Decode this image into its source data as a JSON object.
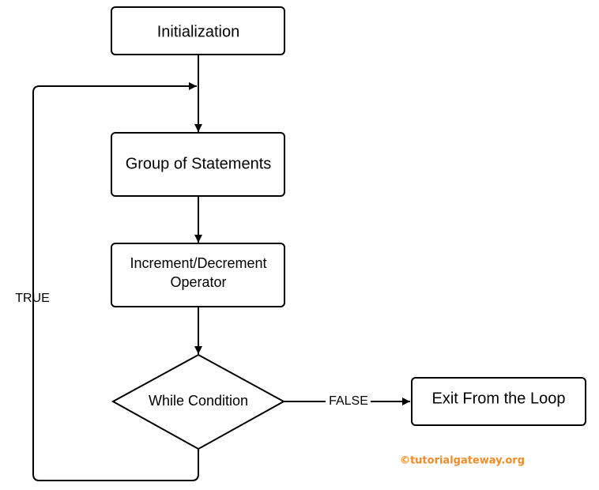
{
  "nodes": {
    "initialization": "Initialization",
    "group_of_statements": "Group of Statements",
    "increment_line1": "Increment/Decrement",
    "increment_line2": "Operator",
    "while_condition": "While Condition",
    "exit_loop": "Exit From the Loop"
  },
  "edges": {
    "true_label": "TRUE",
    "false_label": "FALSE"
  },
  "watermark": {
    "text": "©tutorialgateway.org",
    "color": "#f28c28"
  },
  "colors": {
    "stroke": "#000000",
    "fill": "#ffffff"
  }
}
